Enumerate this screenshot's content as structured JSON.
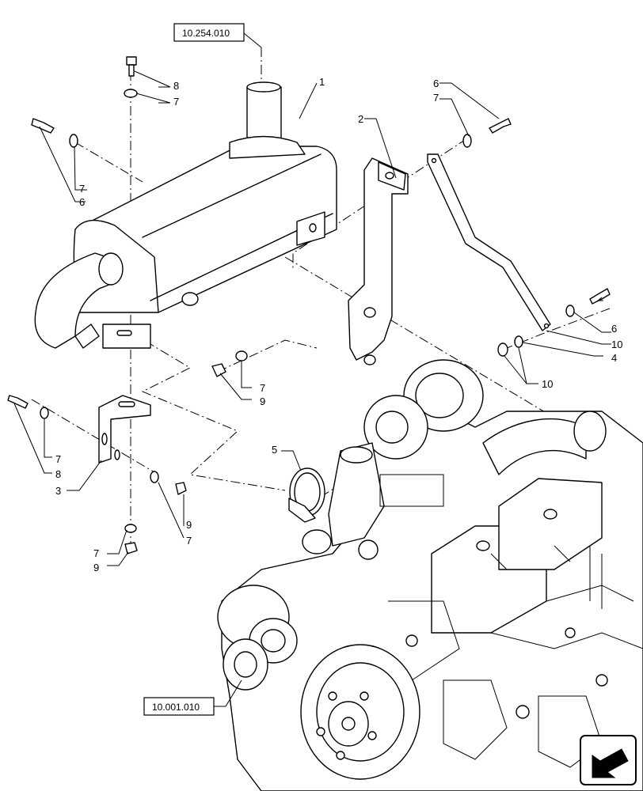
{
  "references": {
    "top_ref": "10.254.010",
    "bottom_ref": "10.001.010"
  },
  "callouts": {
    "c1": "1",
    "c2": "2",
    "c3": "3",
    "c4": "4",
    "c5": "5",
    "c6a": "6",
    "c6b": "6",
    "c6c": "6",
    "c7a": "7",
    "c7b": "7",
    "c7c": "7",
    "c7d": "7",
    "c7e": "7",
    "c7f": "7",
    "c7g": "7",
    "c8a": "8",
    "c8b": "8",
    "c9a": "9",
    "c9b": "9",
    "c9c": "9",
    "c10a": "10",
    "c10b": "10"
  },
  "nav": {
    "icon": "arrow-left-down-icon"
  }
}
